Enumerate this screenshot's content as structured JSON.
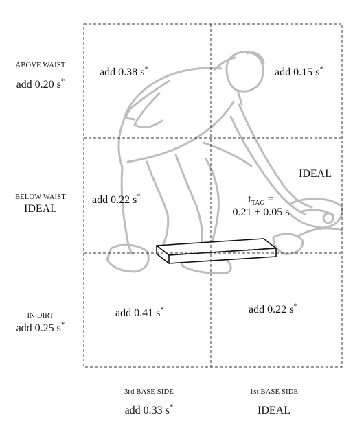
{
  "rows": [
    {
      "label": "ABOVE WAIST",
      "value": "add 0.20 s",
      "star": true
    },
    {
      "label": "BELOW WAIST",
      "value": "IDEAL",
      "star": false
    },
    {
      "label": "IN DIRT",
      "value": "add 0.25 s",
      "star": true
    }
  ],
  "cols": [
    {
      "label": "3rd BASE SIDE",
      "value": "add 0.33 s",
      "star": true
    },
    {
      "label": "1st BASE SIDE",
      "value": "IDEAL",
      "star": false
    }
  ],
  "cells": {
    "top_left": "add 0.38 s",
    "top_right": "add 0.15 s",
    "mid_left": "add 0.22 s",
    "mid_right": "IDEAL",
    "bot_left": "add 0.41 s",
    "bot_right": "add 0.22 s"
  },
  "star": "*",
  "ttag": {
    "t": "t",
    "sub": "TAG",
    "eq": "=",
    "value": "0.21 ± 0.05 s"
  }
}
